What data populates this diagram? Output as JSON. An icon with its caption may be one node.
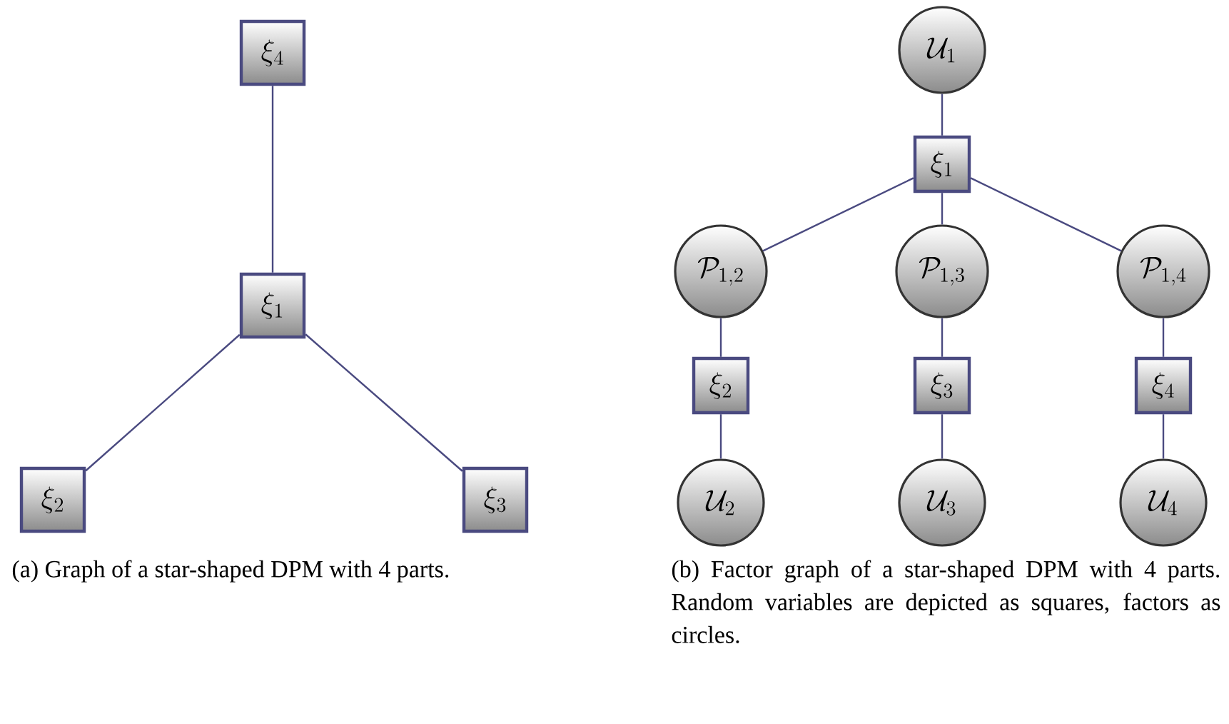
{
  "diagram": {
    "nodes": [
      {
        "text": [
          "\\xi_4"
        ]
      },
      {
        "text": [
          "\\xi_1"
        ]
      },
      {
        "text": [
          "\\xi_2"
        ]
      },
      {
        "text": [
          "\\xi_3"
        ]
      },
      {
        "text": [
          "\\mathcal{U}_1"
        ]
      },
      {
        "text": [
          "\\xi_1"
        ]
      },
      {
        "text": [
          "\\mathcal{P}_{1,2}"
        ]
      },
      {
        "text": [
          "\\mathcal{P}_{1,3}"
        ]
      },
      {
        "text": [
          "\\mathcal{P}_{1,4}"
        ]
      },
      {
        "text": [
          "\\xi_2"
        ]
      },
      {
        "text": [
          "\\xi_3"
        ]
      },
      {
        "text": [
          "\\xi_4"
        ]
      },
      {
        "text": [
          "\\mathcal{U}_2"
        ]
      },
      {
        "text": [
          "\\mathcal{U}_3"
        ]
      },
      {
        "text": [
          "\\mathcal{U}_4"
        ]
      }
    ],
    "edges": [
      {
        "from": 0,
        "to": 1,
        "arrow": "none"
      },
      {
        "from": 1,
        "to": 2,
        "arrow": "none"
      },
      {
        "from": 1,
        "to": 3,
        "arrow": "none"
      },
      {
        "from": 4,
        "to": 5,
        "arrow": "none"
      },
      {
        "from": 5,
        "to": 6,
        "arrow": "none"
      },
      {
        "from": 5,
        "to": 7,
        "arrow": "none"
      },
      {
        "from": 5,
        "to": 8,
        "arrow": "none"
      },
      {
        "from": 6,
        "to": 9,
        "arrow": "none"
      },
      {
        "from": 7,
        "to": 10,
        "arrow": "none"
      },
      {
        "from": 8,
        "to": 11,
        "arrow": "none"
      },
      {
        "from": 9,
        "to": 12,
        "arrow": "none"
      },
      {
        "from": 10,
        "to": 13,
        "arrow": "none"
      },
      {
        "from": 11,
        "to": 14,
        "arrow": "none"
      }
    ],
    "labels": [
      "(a) Graph of a star-shaped DPM with 4 parts.",
      "(b) Factor graph of a star-shaped DPM with 4 parts. Random variables are depicted as squares, factors as circles."
    ]
  }
}
